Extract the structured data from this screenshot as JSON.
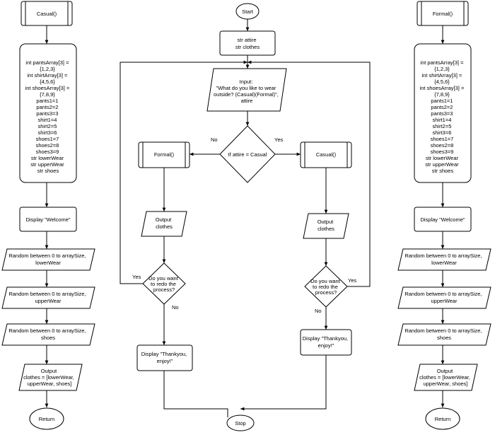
{
  "casual_function": {
    "header": "Casual()",
    "declarations": [
      "int pantsArray[3] =",
      "{1,2,3}",
      "int shirtArray[3] =",
      "{4,5,6}",
      "int shoesArray[3] =",
      "{7,8,9}",
      "pants1=1",
      "pants2=2",
      "pants3=3",
      "shirt1=4",
      "shirt2=5",
      "shirt3=6",
      "shoes1=7",
      "shoes2=8",
      "shoes3=9",
      "str lowerWear",
      "str upperWear",
      "str shoes"
    ],
    "welcome": "Display \"Welcome\"",
    "random_lower": [
      "Random between 0 to arraySize,",
      "lowerWear"
    ],
    "random_upper": [
      "Random between 0 to arraySize,",
      "upperWear"
    ],
    "random_shoes": [
      "Random between 0 to arraySize,",
      "shoes"
    ],
    "output": [
      "Output",
      "clothes = [lowerWear,",
      "upperWear, shoes]"
    ],
    "return": "Return"
  },
  "formal_function": {
    "header": "Formal()",
    "declarations": [
      "int pantsArray[3] =",
      "{1,2,3}",
      "int shirtArray[3] =",
      "{4,5,6}",
      "int shoesArray[3] =",
      "{7,8,9}",
      "pants1=1",
      "pants2=2",
      "pants3=3",
      "shirt1=4",
      "shirt2=5",
      "shirt3=6",
      "shoes1=7",
      "shoes2=8",
      "shoes3=9",
      "str lowerWear",
      "str upperWear",
      "str shoes"
    ],
    "welcome": "Display \"Welcome\"",
    "random_lower": [
      "Random between 0 to arraySize,",
      "lowerWear"
    ],
    "random_upper": [
      "Random between 0 to arraySize,",
      "upperWear"
    ],
    "random_shoes": [
      "Random between 0 to arraySize,",
      "shoes"
    ],
    "output": [
      "Output",
      "clothes = [lowerWear,",
      "upperWear, shoes]"
    ],
    "return": "Return"
  },
  "main": {
    "start": "Start",
    "declare": [
      "str attire",
      "str clothes"
    ],
    "input": [
      "Input:",
      "\"What do you like to wear",
      "outside? (Casual)(Formal)\",",
      "attire"
    ],
    "decision": "If attire = Casual",
    "no_label": "No",
    "yes_label": "Yes",
    "formal_call": "Formal()",
    "casual_call": "Casual()",
    "output_left": [
      "Output",
      "clothes"
    ],
    "output_right": [
      "Output",
      "clothes"
    ],
    "redo_left": [
      "Do you want",
      "to redo the",
      "process?"
    ],
    "redo_right": [
      "Do you want",
      "to redo the",
      "process?"
    ],
    "redo_left_yes": "Yes",
    "redo_left_no": "No",
    "redo_right_yes": "Yes",
    "redo_right_no": "No",
    "thanks_left": [
      "Display \"Thankyou,",
      "enjoy!\""
    ],
    "thanks_right": [
      "Display \"Thankyou,",
      "enjoy!\""
    ],
    "stop": "Stop"
  }
}
